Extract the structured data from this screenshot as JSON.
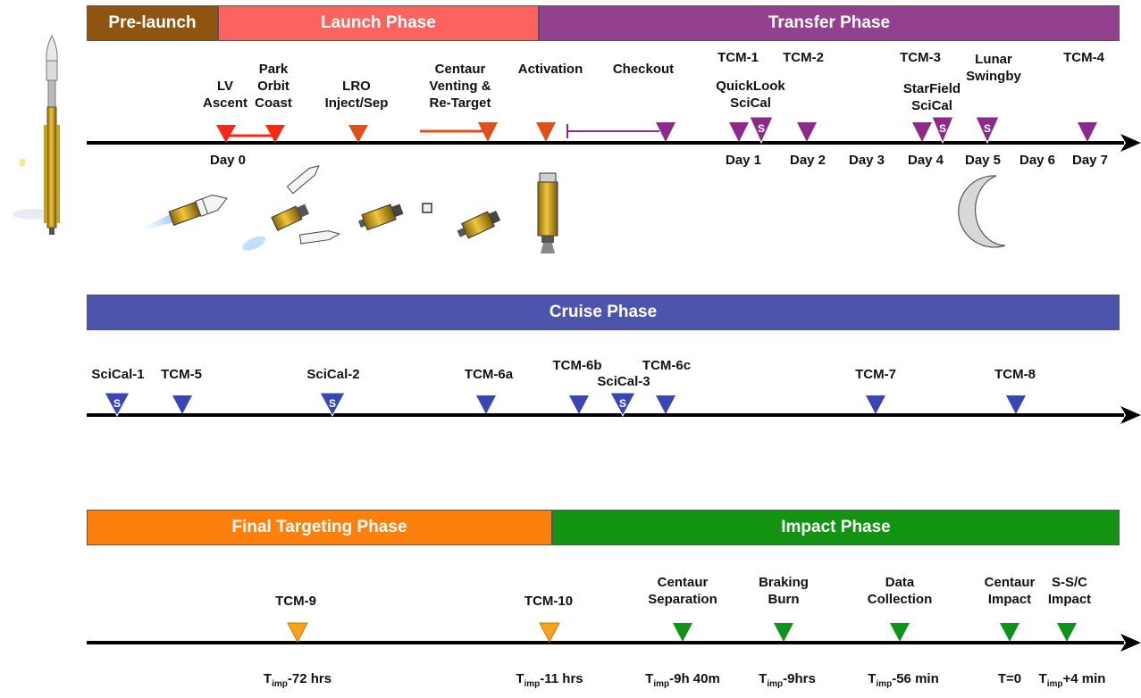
{
  "colors": {
    "prelaunch": "#8f5410",
    "launch": "#fb645e",
    "transfer": "#93418e",
    "cruise": "#4d54ae",
    "final_targeting": "#fd7f0c",
    "impact": "#129311",
    "launch_marker": "#e0501a",
    "lv_marker": "#f22b18",
    "transfer_marker": "#8c2a8c",
    "cruise_marker": "#3a46b4",
    "final_marker": "#f7a21d",
    "impact_marker": "#11921a"
  },
  "phases": {
    "row1": [
      {
        "label": "Pre-launch"
      },
      {
        "label": "Launch Phase"
      },
      {
        "label": "Transfer Phase"
      }
    ],
    "row2": [
      {
        "label": "Cruise Phase"
      }
    ],
    "row3": [
      {
        "label": "Final Targeting Phase"
      },
      {
        "label": "Impact Phase"
      }
    ]
  },
  "timeline1": {
    "events": [
      {
        "label": "LV\nAscent",
        "icon": "orange-red-triangle"
      },
      {
        "label": "Park\nOrbit\nCoast",
        "icon": "orange-red-triangle"
      },
      {
        "label": "LRO\nInject/Sep",
        "icon": "orange-triangle"
      },
      {
        "label": "Centaur\nVenting &\nRe-Target",
        "icon": "orange-triangle"
      },
      {
        "label": "Activation",
        "icon": "orange-triangle"
      },
      {
        "label": "Checkout",
        "icon": "purple-triangle"
      },
      {
        "label": "TCM-1",
        "icon": "purple-triangle"
      },
      {
        "label": "QuickLook\nSciCal",
        "icon": "purple-s-triangle",
        "badge": "S"
      },
      {
        "label": "TCM-2",
        "icon": "purple-triangle"
      },
      {
        "label": "TCM-3",
        "icon": "purple-triangle"
      },
      {
        "label": "StarField\nSciCal",
        "icon": "purple-s-triangle",
        "badge": "S"
      },
      {
        "label": "Lunar\nSwingby",
        "icon": "purple-s-triangle",
        "badge": "S"
      },
      {
        "label": "TCM-4",
        "icon": "purple-triangle"
      }
    ],
    "days": [
      "Day 0",
      "Day 1",
      "Day 2",
      "Day 3",
      "Day 4",
      "Day 5",
      "Day 6",
      "Day 7"
    ]
  },
  "timeline2": {
    "events": [
      {
        "label": "SciCal-1",
        "icon": "blue-s-triangle",
        "badge": "S"
      },
      {
        "label": "TCM-5",
        "icon": "blue-triangle"
      },
      {
        "label": "SciCal-2",
        "icon": "blue-s-triangle",
        "badge": "S"
      },
      {
        "label": "TCM-6a",
        "icon": "blue-triangle"
      },
      {
        "label": "TCM-6b",
        "icon": "blue-triangle"
      },
      {
        "label": "SciCal-3",
        "icon": "blue-s-triangle",
        "badge": "S"
      },
      {
        "label": "TCM-6c",
        "icon": "blue-triangle"
      },
      {
        "label": "TCM-7",
        "icon": "blue-triangle"
      },
      {
        "label": "TCM-8",
        "icon": "blue-triangle"
      }
    ]
  },
  "timeline3": {
    "events": [
      {
        "label": "TCM-9",
        "icon": "yellow-triangle"
      },
      {
        "label": "TCM-10",
        "icon": "yellow-triangle"
      },
      {
        "label": "Centaur\nSeparation",
        "icon": "green-triangle"
      },
      {
        "label": "Braking\nBurn",
        "icon": "green-triangle"
      },
      {
        "label": "Data\nCollection",
        "icon": "green-triangle"
      },
      {
        "label": "Centaur\nImpact",
        "icon": "green-triangle"
      },
      {
        "label": "S-S/C\nImpact",
        "icon": "green-triangle"
      }
    ],
    "times": [
      {
        "prefix": "T",
        "sub": "imp",
        "suffix": "-72 hrs"
      },
      {
        "prefix": "T",
        "sub": "imp",
        "suffix": "-11 hrs"
      },
      {
        "prefix": "T",
        "sub": "imp",
        "suffix": "-9h 40m"
      },
      {
        "prefix": "T",
        "sub": "imp",
        "suffix": "-9hrs"
      },
      {
        "prefix": "T",
        "sub": "imp",
        "suffix": "-56 min"
      },
      {
        "prefix": "T=0",
        "sub": "",
        "suffix": ""
      },
      {
        "prefix": "T",
        "sub": "imp",
        "suffix": "+4 min"
      }
    ]
  }
}
